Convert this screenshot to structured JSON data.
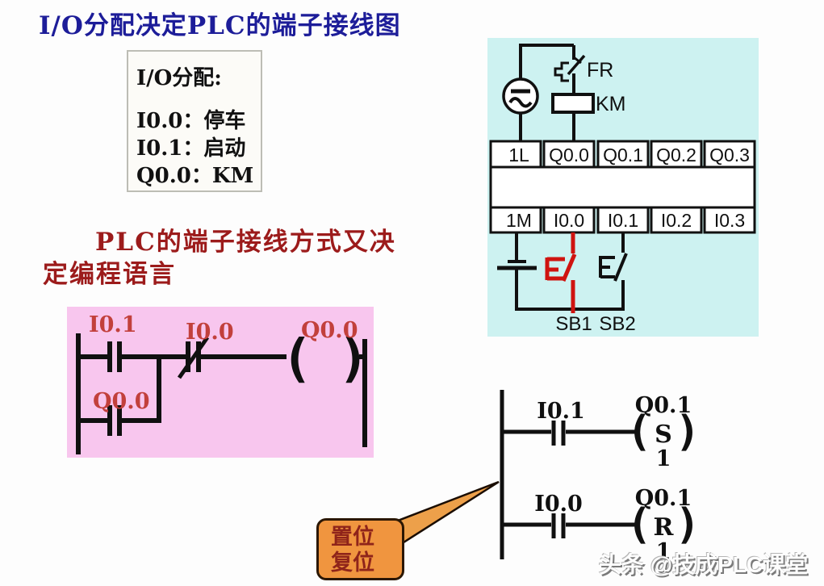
{
  "title": {
    "text": "I/O分配决定PLC的端子接线图"
  },
  "io_box": {
    "header": "I/O分配:",
    "items": [
      "I0.0：停车",
      "I0.1：启动",
      "Q0.0：KM"
    ]
  },
  "subtitle": {
    "line1": "PLC的端子接线方式又决",
    "line2": "定编程语言"
  },
  "ladder_main": {
    "contact1": "I0.1",
    "contact2_nc": "I0.0",
    "coil": "Q0.0",
    "branch_contact": "Q0.0"
  },
  "wiring_panel": {
    "relay_label": "FR",
    "contactor_label": "KM",
    "output_terminals": [
      "1L",
      "Q0.0",
      "Q0.1",
      "Q0.2",
      "Q0.3"
    ],
    "input_terminals": [
      "1M",
      "I0.0",
      "I0.1",
      "I0.2",
      "I0.3"
    ],
    "button1": "SB1",
    "button2": "SB2"
  },
  "ladder_sr": {
    "rung1": {
      "contact": "I0.1",
      "coil_addr": "Q0.1",
      "coil_op": "S",
      "coil_count": "1"
    },
    "rung2": {
      "contact": "I0.0",
      "coil_addr": "Q0.1",
      "coil_op": "R",
      "coil_count": "1"
    }
  },
  "callout": {
    "line1": "置位",
    "line2": "复位"
  },
  "watermark": {
    "text": "头条 @技成PLC课堂"
  },
  "colors": {
    "title_blue": "#1d1d99",
    "heading_red": "#9c1b1b",
    "label_red": "#c2403c",
    "pink_bg": "#f8c6ee",
    "cyan_bg": "#cdf2f1",
    "callout_orange": "#f0953f",
    "callout_text": "#8f241a",
    "stop_button_red": "#cf1410"
  }
}
